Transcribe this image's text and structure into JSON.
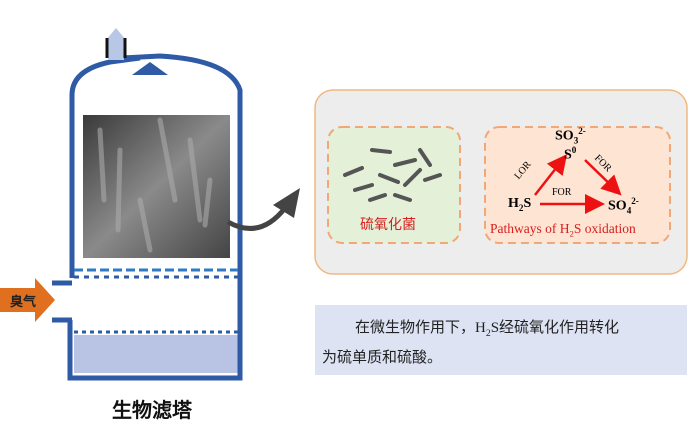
{
  "tower": {
    "title": "生物滤塔",
    "inlet_label": "臭气",
    "image_caption": ""
  },
  "bacteria_box": {
    "label": "硫氧化菌"
  },
  "pathway_box": {
    "caption_pre": "Pathways of H",
    "caption_sub": "2",
    "caption_post": "S oxidation",
    "h2s": "H",
    "h2s_sub": "2",
    "h2s_post": "S",
    "so3": "SO",
    "so3_sub": "3",
    "so3_sup": "2-",
    "s0": "S",
    "s0_sup": "0",
    "so4": "SO",
    "so4_sub": "4",
    "so4_sup": "2-",
    "lor": "LOR",
    "for_top": "FOR",
    "for_bottom": "FOR"
  },
  "description": {
    "line1_pre": "在微生物作用下，H",
    "line1_sub": "2",
    "line1_post": "S经硫氧化作用转化",
    "line2": "为硫单质和硫酸。"
  },
  "colors": {
    "tower": "#2f5aa5",
    "inlet": "#e07020",
    "panel_border": "#f0b880",
    "arrow_red": "#ee1111",
    "caption_red": "#d81e1e"
  }
}
